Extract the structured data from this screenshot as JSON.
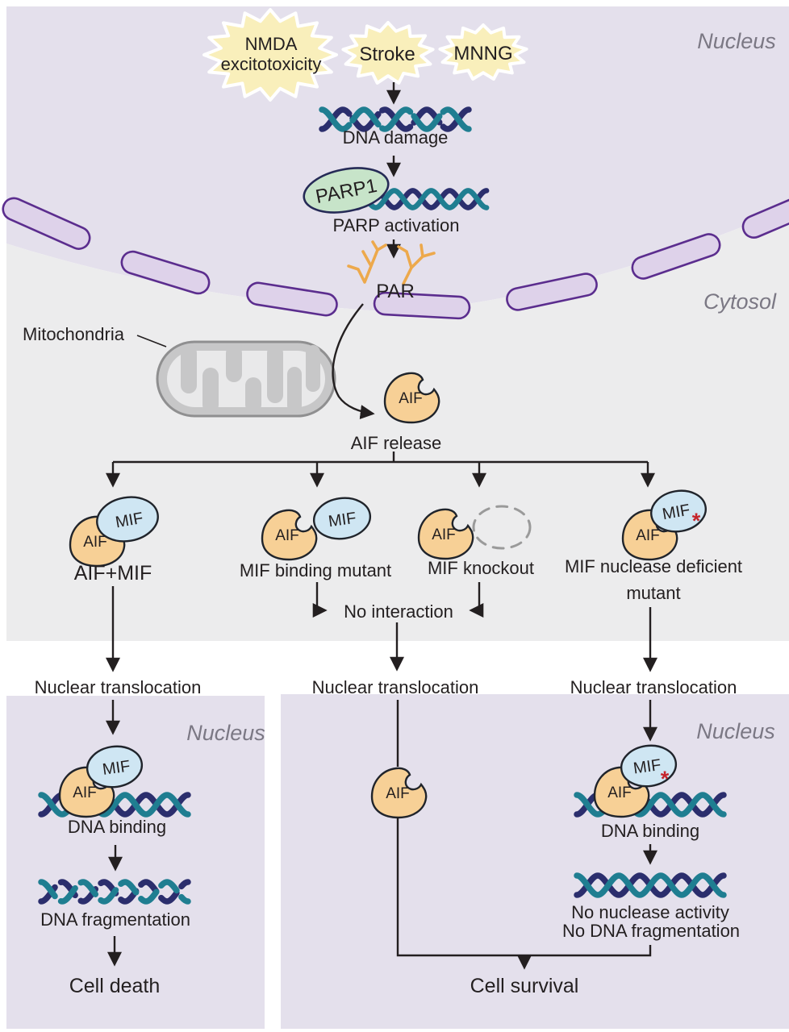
{
  "palette": {
    "nucleus_bg": "#e4e0ec",
    "cytosol_bg": "#ececed",
    "envelope_fill": "#ded2ea",
    "envelope_stroke": "#5b2d8e",
    "starburst_fill": "#f9efbb",
    "aif_fill": "#f7d096",
    "mif_fill": "#cfe6f3",
    "parp1_fill": "#c7e4c9",
    "dna_navy": "#2b2e6d",
    "dna_teal": "#1f7e91",
    "par_orange": "#eda94c",
    "mitochondria_gray": "#c7c7c8",
    "asterisk_red": "#c5252c",
    "arrow_black": "#231f20",
    "region_label_gray": "#7b7884"
  },
  "regions": {
    "top_nucleus": "Nucleus",
    "cytosol": "Cytosol",
    "left_nucleus": "Nucleus",
    "right_nucleus": "Nucleus"
  },
  "stimuli": {
    "nmda_line1": "NMDA",
    "nmda_line2": "excitotoxicity",
    "stroke": "Stroke",
    "mnng": "MNNG"
  },
  "cascade": {
    "dna_damage": "DNA damage",
    "parp1": "PARP1",
    "parp_activation": "PARP activation",
    "par": "PAR",
    "mitochondria": "Mitochondria",
    "aif": "AIF",
    "aif_release": "AIF release"
  },
  "branches": {
    "b1": {
      "aif": "AIF",
      "mif": "MIF",
      "label": "AIF+MIF"
    },
    "b2": {
      "aif": "AIF",
      "mif": "MIF",
      "label": "MIF binding mutant"
    },
    "b3": {
      "aif": "AIF",
      "label": "MIF knockout"
    },
    "b4": {
      "aif": "AIF",
      "mif": "MIF",
      "asterisk": "*",
      "label_line1": "MIF nuclease deficient",
      "label_line2": "mutant"
    }
  },
  "no_interaction": "No interaction",
  "translocation": {
    "left": "Nuclear translocation",
    "middle": "Nuclear translocation",
    "right": "Nuclear translocation"
  },
  "left_path": {
    "aif": "AIF",
    "mif": "MIF",
    "dna_binding": "DNA binding",
    "dna_fragmentation": "DNA fragmentation",
    "cell_death": "Cell death"
  },
  "middle_path": {
    "aif": "AIF",
    "cell_survival": "Cell survival"
  },
  "right_path": {
    "aif": "AIF",
    "mif": "MIF",
    "asterisk": "*",
    "dna_binding": "DNA binding",
    "no_nuclease_activity": "No nuclease activity",
    "no_dna_fragmentation": "No DNA fragmentation"
  }
}
